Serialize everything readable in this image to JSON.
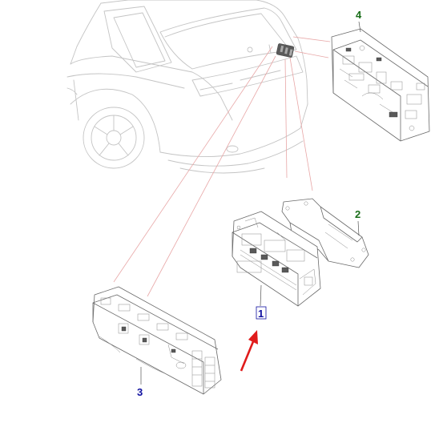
{
  "callouts": [
    {
      "id": "1",
      "label": "1",
      "color": "#1010a0"
    },
    {
      "id": "2",
      "label": "2",
      "color": "#1a6e1a"
    },
    {
      "id": "3",
      "label": "3",
      "color": "#1010a0"
    },
    {
      "id": "4",
      "label": "4",
      "color": "#1a6e1a"
    }
  ],
  "colors": {
    "leader_lines": "#e8a7a7",
    "arrow": "#e01b1b",
    "vehicle_outline": "#c4c4c4",
    "part_outline": "#6a6a6a"
  }
}
